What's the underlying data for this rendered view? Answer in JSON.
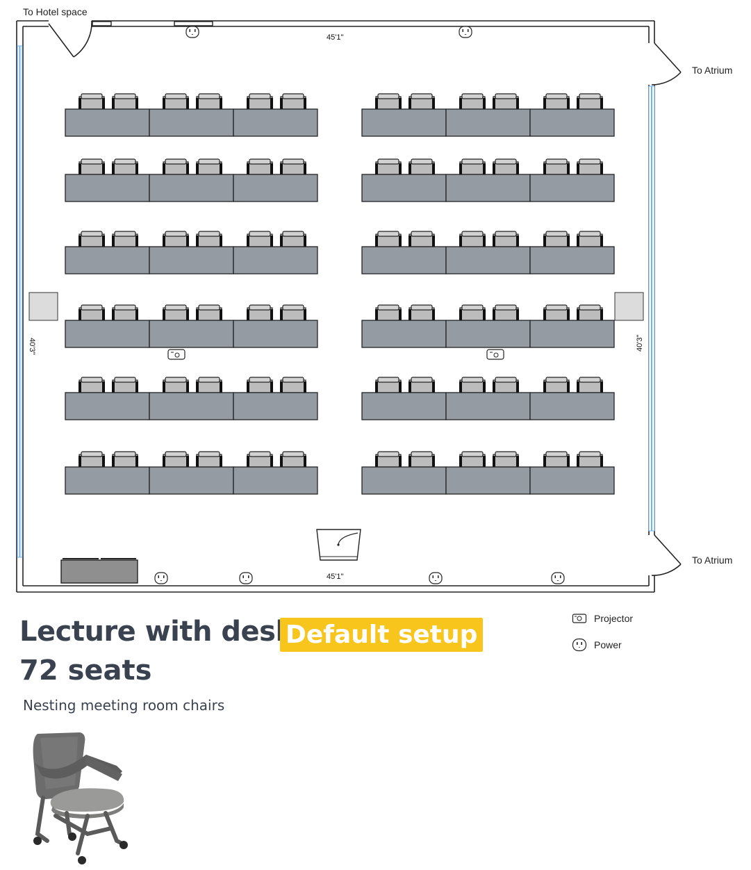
{
  "floorplan": {
    "labels": {
      "hotel_door": "To Hotel space",
      "atrium_top": "To Atrium",
      "atrium_bottom": "To Atrium"
    },
    "dimensions": {
      "top": "45'1\"",
      "bottom": "45'1\"",
      "left": "40'3\"",
      "right": "40'3\""
    },
    "layout": {
      "desk_rows": 6,
      "desks_per_row": 6,
      "chairs_per_desk": 2,
      "row_blocks": 2
    },
    "colors": {
      "desk": "#959ba3",
      "chair": "#bcbcbc",
      "window": "#6fb3f2",
      "wall": "#222222"
    }
  },
  "setup": {
    "title": "Lecture with desks",
    "badge": "Default setup",
    "seats": "72 seats",
    "chair_type": "Nesting meeting room chairs"
  },
  "legend": {
    "projector": {
      "label": "Projector",
      "icon": "projector-icon"
    },
    "power": {
      "label": "Power",
      "icon": "power-outlet-icon"
    }
  },
  "colors": {
    "badge_bg": "#f8c51c",
    "heading": "#3a4250"
  }
}
